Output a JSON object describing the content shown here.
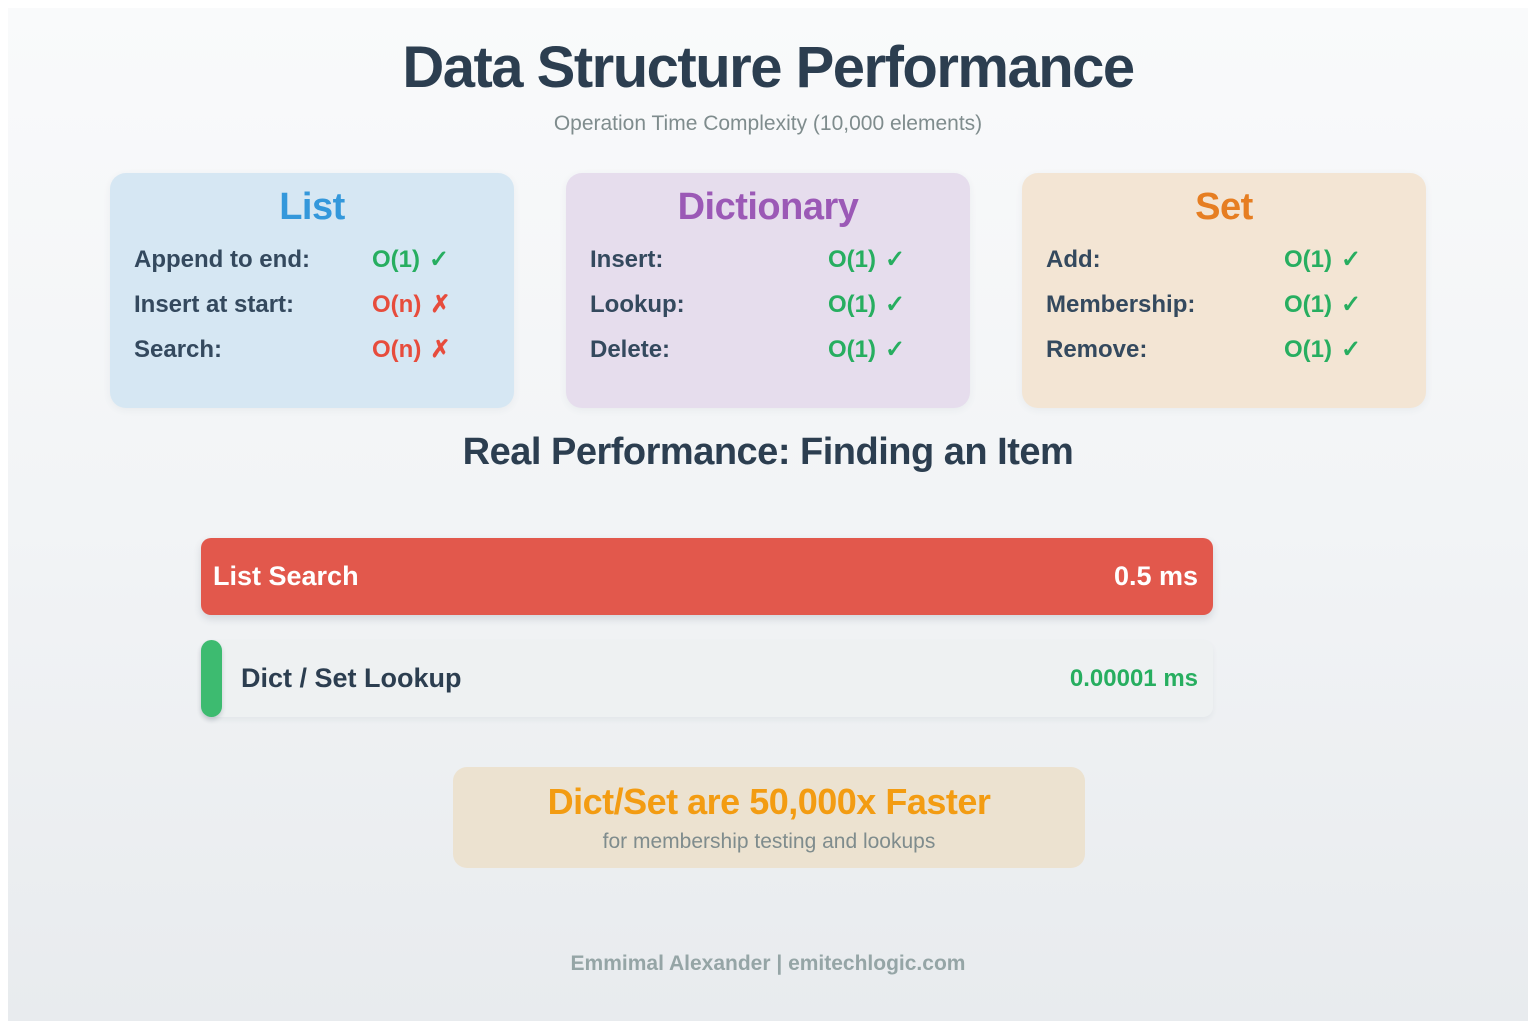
{
  "header": {
    "title": "Data Structure Performance",
    "subtitle": "Operation Time Complexity (10,000 elements)"
  },
  "cards": [
    {
      "title": "List",
      "accent_color": "#3498db",
      "bg_color": "#d6e7f3",
      "rows": [
        {
          "label": "Append to end:",
          "value": "O(1)",
          "mark": "✓",
          "status": "good"
        },
        {
          "label": "Insert at start:",
          "value": "O(n)",
          "mark": "✗",
          "status": "bad"
        },
        {
          "label": "Search:",
          "value": "O(n)",
          "mark": "✗",
          "status": "bad"
        }
      ]
    },
    {
      "title": "Dictionary",
      "accent_color": "#9b59b6",
      "bg_color": "#e6dded",
      "rows": [
        {
          "label": "Insert:",
          "value": "O(1)",
          "mark": "✓",
          "status": "good"
        },
        {
          "label": "Lookup:",
          "value": "O(1)",
          "mark": "✓",
          "status": "good"
        },
        {
          "label": "Delete:",
          "value": "O(1)",
          "mark": "✓",
          "status": "good"
        }
      ]
    },
    {
      "title": "Set",
      "accent_color": "#e67e22",
      "bg_color": "#f3e5d4",
      "rows": [
        {
          "label": "Add:",
          "value": "O(1)",
          "mark": "✓",
          "status": "good"
        },
        {
          "label": "Membership:",
          "value": "O(1)",
          "mark": "✓",
          "status": "good"
        },
        {
          "label": "Remove:",
          "value": "O(1)",
          "mark": "✓",
          "status": "good"
        }
      ]
    }
  ],
  "performance": {
    "heading": "Real Performance: Finding an Item",
    "bars": [
      {
        "label": "List Search",
        "value": "0.5 ms",
        "color": "#e2584c"
      },
      {
        "label": "Dict / Set Lookup",
        "value": "0.00001 ms",
        "color": "#3dbb70"
      }
    ]
  },
  "callout": {
    "title": "Dict/Set are 50,000x Faster",
    "subtitle": "for membership testing and lookups"
  },
  "footer": {
    "credit": "Emmimal Alexander | emitechlogic.com"
  },
  "colors": {
    "title_navy": "#2c3e50",
    "label_navy": "#34495e",
    "subtitle_gray": "#7f8c8d",
    "footer_gray": "#95a5a6",
    "good_green": "#27ae60",
    "bad_red": "#e74c3c",
    "list_accent": "#3498db",
    "dict_accent": "#9b59b6",
    "set_accent": "#e67e22",
    "callout_accent": "#f39c12",
    "list_card_bg": "#d6e7f3",
    "dict_card_bg": "#e6dded",
    "set_card_bg": "#f3e5d4",
    "callout_bg": "#ece2d0",
    "bar_red": "#e2584c",
    "bar_green": "#3dbb70",
    "bar_row_bg": "#eef1f2"
  },
  "chart_data": [
    {
      "type": "table",
      "title": "Operation Time Complexity (10,000 elements)",
      "tables": [
        {
          "name": "List",
          "rows": [
            [
              "Append to end",
              "O(1)",
              "good"
            ],
            [
              "Insert at start",
              "O(n)",
              "bad"
            ],
            [
              "Search",
              "O(n)",
              "bad"
            ]
          ]
        },
        {
          "name": "Dictionary",
          "rows": [
            [
              "Insert",
              "O(1)",
              "good"
            ],
            [
              "Lookup",
              "O(1)",
              "good"
            ],
            [
              "Delete",
              "O(1)",
              "good"
            ]
          ]
        },
        {
          "name": "Set",
          "rows": [
            [
              "Add",
              "O(1)",
              "good"
            ],
            [
              "Membership",
              "O(1)",
              "good"
            ],
            [
              "Remove",
              "O(1)",
              "good"
            ]
          ]
        }
      ]
    },
    {
      "type": "bar",
      "orientation": "horizontal",
      "title": "Real Performance: Finding an Item",
      "categories": [
        "List Search",
        "Dict / Set Lookup"
      ],
      "values": [
        0.5,
        1e-05
      ],
      "unit": "ms",
      "value_labels": [
        "0.5 ms",
        "0.00001 ms"
      ],
      "bar_colors": [
        "#e2584c",
        "#3dbb70"
      ],
      "annotation": "Dict/Set are 50,000x Faster — for membership testing and lookups",
      "speedup_factor": "50,000x"
    }
  ]
}
